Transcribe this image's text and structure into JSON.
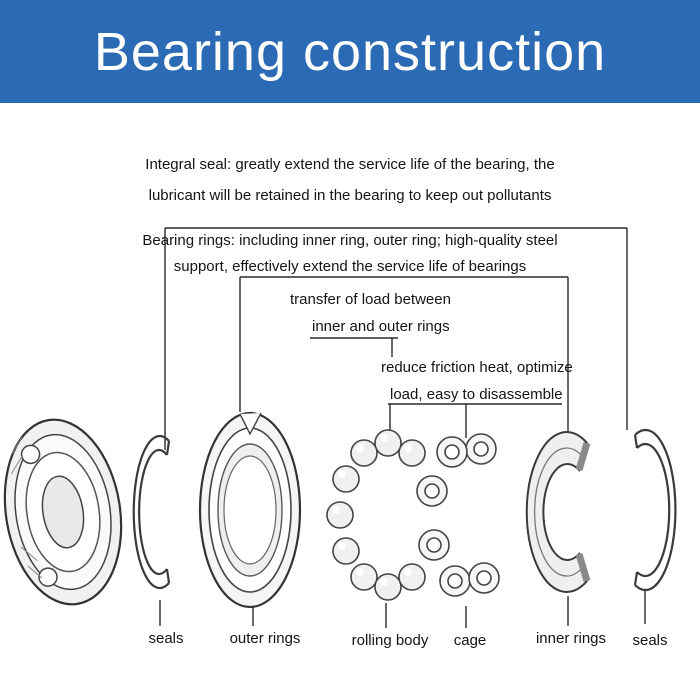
{
  "header": {
    "title": "Bearing construction"
  },
  "colors": {
    "header_bg": "#2b6ab4",
    "header_text": "#ffffff",
    "line_color": "#2a2a2a"
  },
  "annotations": {
    "integral_seal": {
      "line1": "Integral seal: greatly extend the service life of the bearing, the",
      "line2": "lubricant will be retained in the bearing to keep out pollutants"
    },
    "bearing_rings": {
      "line1": "Bearing rings: including inner ring, outer ring; high-quality steel",
      "line2": "support, effectively extend the service life of bearings"
    },
    "rolling_body_function": {
      "line1": "transfer of load between",
      "line2": "inner and outer rings"
    },
    "cage_function": {
      "line1": "reduce friction heat, optimize",
      "line2": "load, easy to disassemble"
    }
  },
  "part_labels": {
    "seals_left": "seals",
    "outer_rings": "outer rings",
    "rolling_body": "rolling body",
    "cage": "cage",
    "inner_rings": "inner rings",
    "seals_right": "seals"
  }
}
